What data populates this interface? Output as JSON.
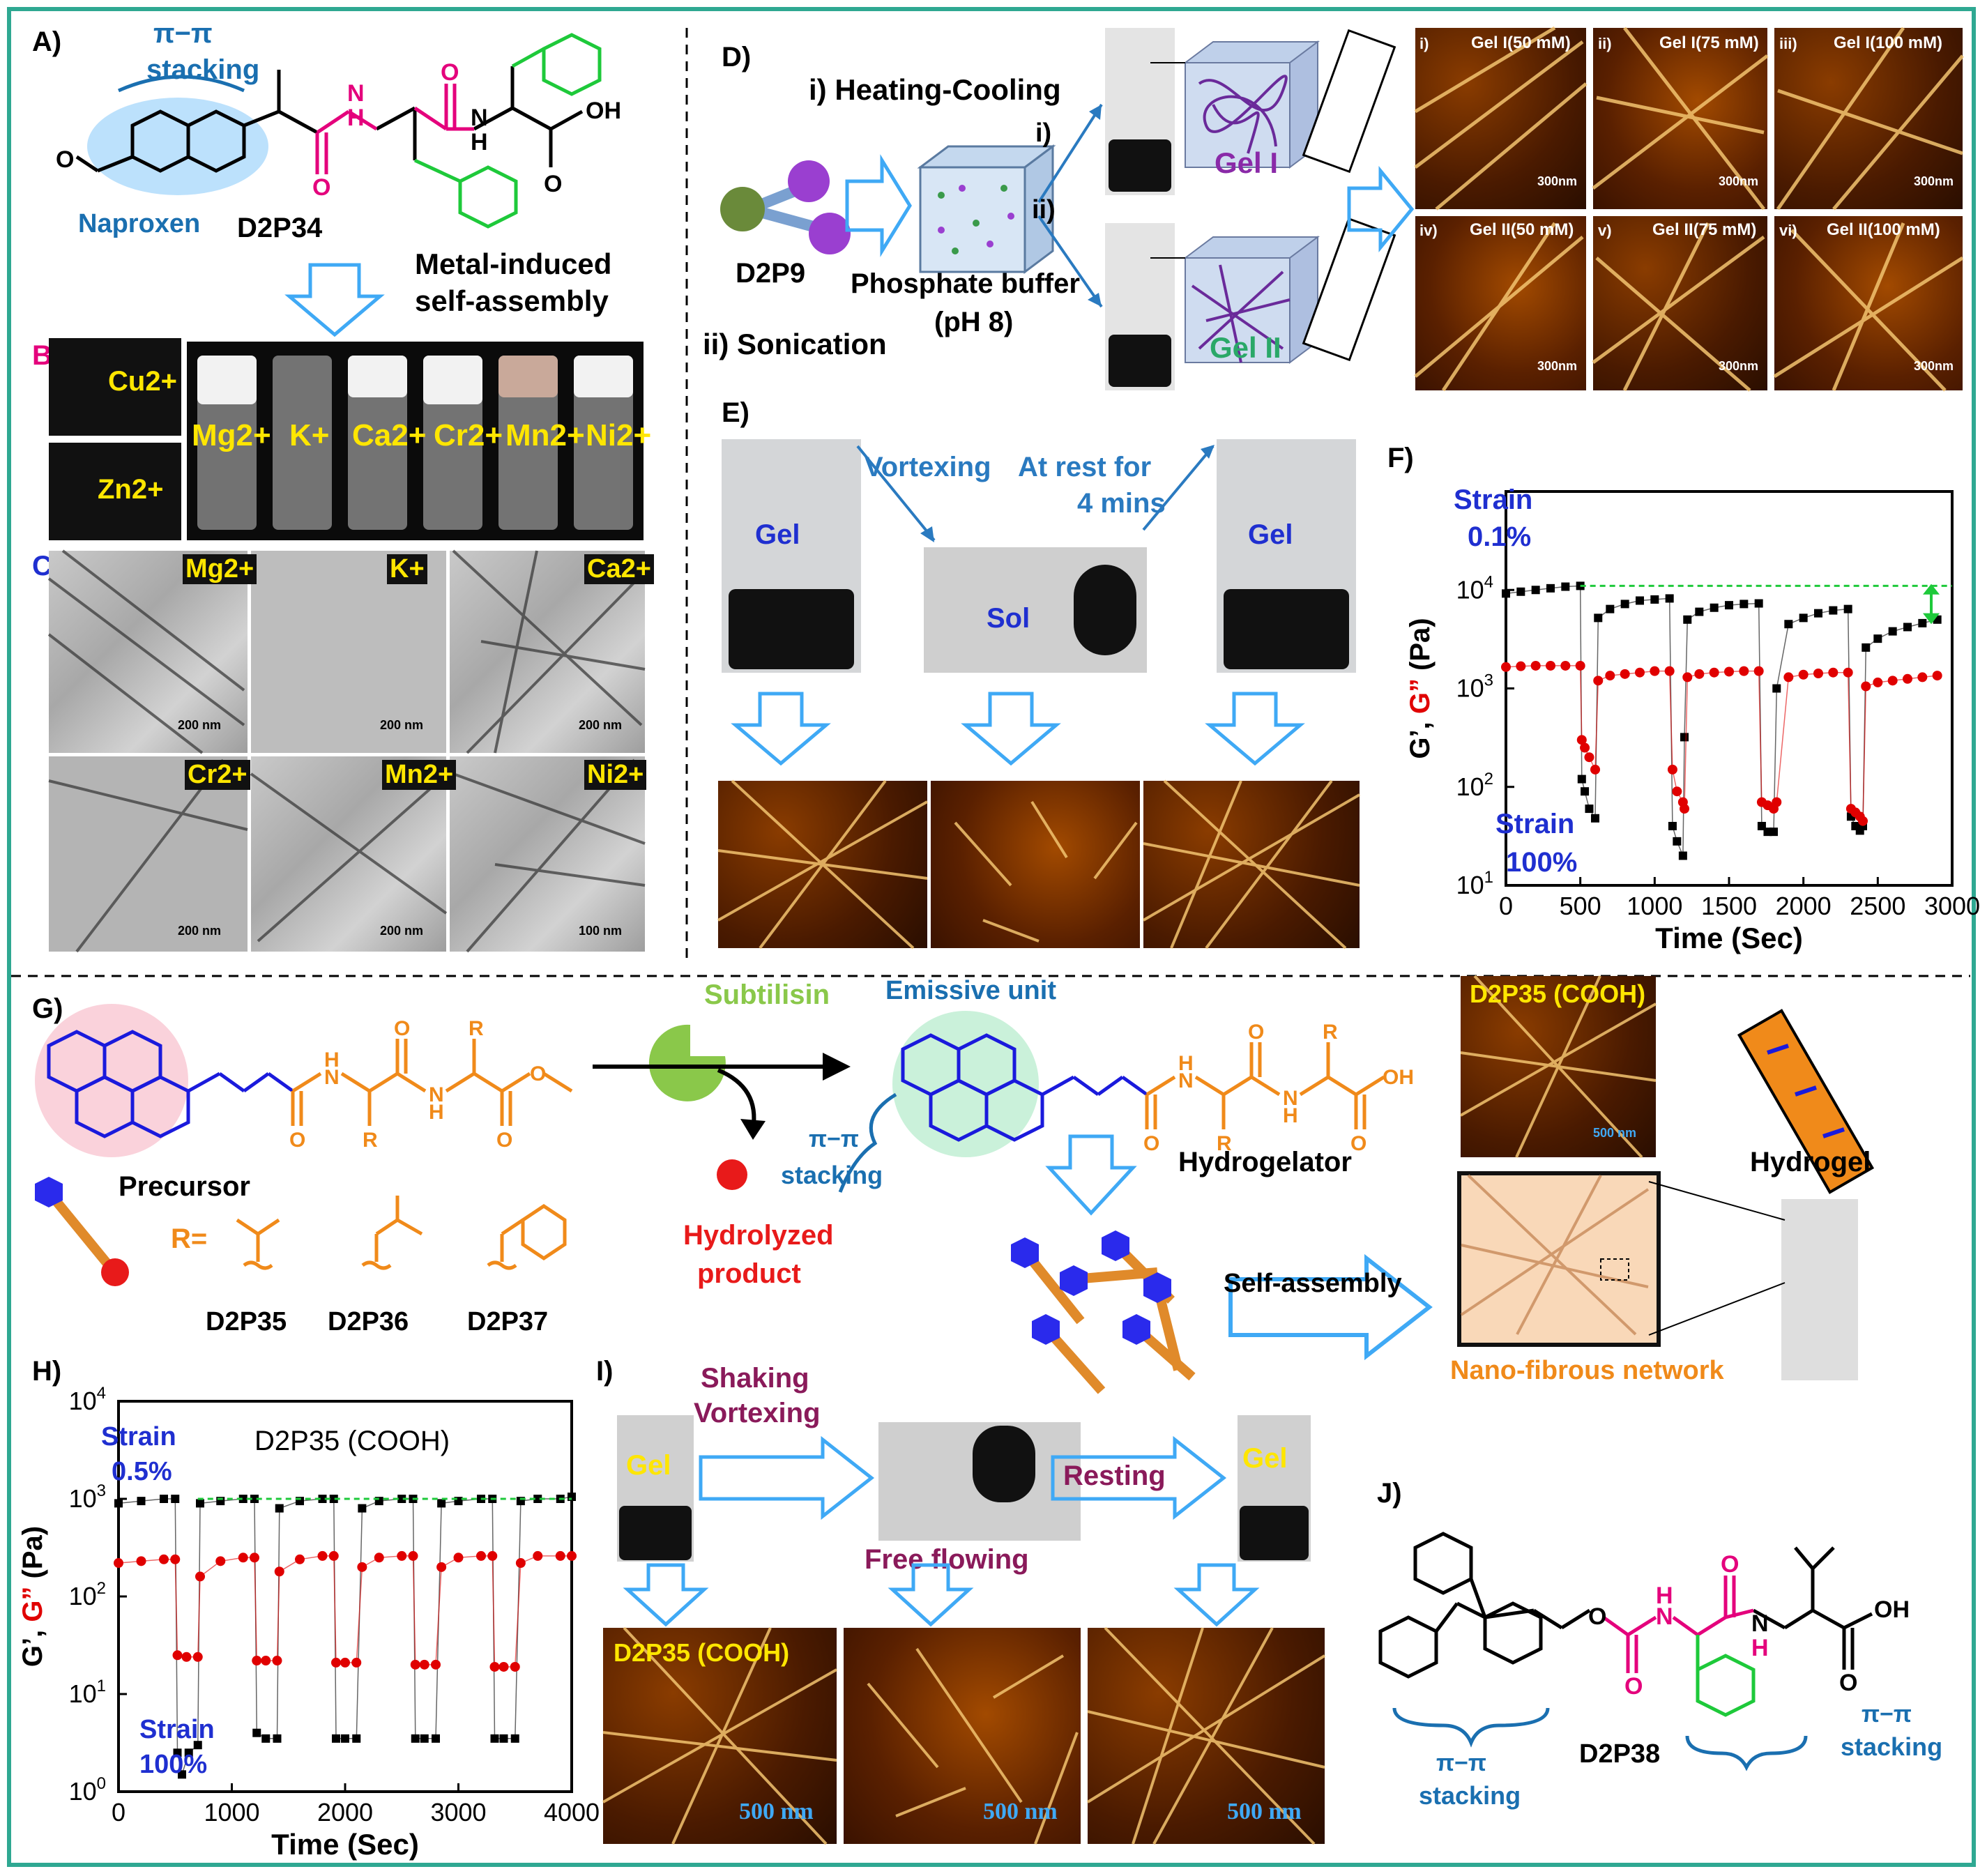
{
  "panels": {
    "A": "A)",
    "B": "B)",
    "C": "C)",
    "D": "D)",
    "E": "E)",
    "F": "F)",
    "G": "G)",
    "H": "H)",
    "I": "I)",
    "J": "J)"
  },
  "panelA": {
    "pi_pi": "π−π",
    "stacking": "stacking",
    "naproxen": "Naproxen",
    "compound": "D2P34",
    "metal1": "Metal-induced",
    "metal2": "self-assembly",
    "oh": "OH",
    "h1": "H",
    "h2": "H",
    "n1": "N",
    "n2": "N",
    "o1": "O",
    "o2": "O",
    "o3": "O",
    "o4": "O"
  },
  "panelB": {
    "ions": [
      "Cu2+",
      "Zn2+",
      "Mg2+",
      "K+",
      "Ca2+",
      "Cr2+",
      "Mn2+",
      "Ni2+"
    ]
  },
  "panelC": {
    "ions": [
      "Mg2+",
      "K+",
      "Ca2+",
      "Cr2+",
      "Mn2+",
      "Ni2+"
    ],
    "scales": [
      "200 nm",
      "200 nm",
      "200 nm",
      "200 nm",
      "200 nm",
      "100 nm"
    ]
  },
  "panelD": {
    "heating": "i) Heating-Cooling",
    "sonication": "ii) Sonication",
    "compound": "D2P9",
    "buffer1": "Phosphate buffer",
    "buffer2": "(pH 8)",
    "route1": "i)",
    "route2": "ii)",
    "gel1": "Gel I",
    "gel2": "Gel II",
    "afm": [
      "Gel I(50 mM)",
      "Gel I(75 mM)",
      "Gel I(100 mM)",
      "Gel II(50 mM)",
      "Gel II(75 mM)",
      "Gel II(100 mM)"
    ],
    "afm_idx": [
      "i)",
      "ii)",
      "iii)",
      "iv)",
      "v)",
      "vi)"
    ],
    "scale": "300nm"
  },
  "panelE": {
    "vortexing": "Vortexing",
    "rest1": "At rest for",
    "rest2": "4 mins",
    "gel": "Gel",
    "sol": "Sol"
  },
  "panelF": {
    "strain_low_1": "Strain",
    "strain_low_2": "0.1%",
    "strain_high_1": "Strain",
    "strain_high_2": "100%",
    "ylabel_a": "G’,",
    "ylabel_b": "G”",
    "ylabel_c": "(Pa)",
    "xlabel": "Time (Sec)"
  },
  "panelG": {
    "subtilisin": "Subtilisin",
    "emissive": "Emissive unit",
    "precursor": "Precursor",
    "r_eq": "R=",
    "hydrolyzed1": "Hydrolyzed",
    "hydrolyzed2": "product",
    "pi_pi": "π−π",
    "stacking": "stacking",
    "hydrogelator": "Hydrogelator",
    "self_assembly": "Self-assembly",
    "network": "Nano-fibrous network",
    "hydrogel": "Hydrogel",
    "d35": "D2P35",
    "d36": "D2P36",
    "d37": "D2P37",
    "inset": "D2P35 (COOH)",
    "inset_scale": "500 nm",
    "r": "R",
    "oh": "OH"
  },
  "panelH": {
    "strain_low_1": "Strain",
    "strain_low_2": "0.5%",
    "strain_high_1": "Strain",
    "strain_high_2": "100%",
    "title": "D2P35 (COOH)",
    "ylabel_a": "G’,",
    "ylabel_b": "G”",
    "ylabel_c": "(Pa)",
    "xlabel": "Time (Sec)"
  },
  "panelI": {
    "shaking": "Shaking",
    "vortexing": "Vortexing",
    "free": "Free flowing",
    "resting": "Resting",
    "gel": "Gel",
    "inset": "D2P35 (COOH)",
    "scale": "500 nm"
  },
  "panelJ": {
    "pi_pi_a": "π−π",
    "stacking_a": "stacking",
    "pi_pi_b": "π−π",
    "stacking_b": "stacking",
    "compound": "D2P38",
    "oh": "OH",
    "h1": "H",
    "h2": "H",
    "n1": "N",
    "n2": "N",
    "o": "O"
  },
  "chart_data": [
    {
      "type": "scatter",
      "panel": "F",
      "xlabel": "Time (Sec)",
      "ylabel": "G’, G” (Pa)",
      "xlim": [
        0,
        3000
      ],
      "ylim": [
        10,
        100000
      ],
      "yscale": "log",
      "xticks": [
        0,
        500,
        1000,
        1500,
        2000,
        2500,
        3000
      ],
      "yticks_exp": [
        1,
        2,
        3,
        4
      ],
      "series": [
        {
          "color": "#000000",
          "x": [
            0,
            100,
            200,
            300,
            400,
            500,
            510,
            530,
            560,
            600,
            620,
            700,
            800,
            900,
            1000,
            1100,
            1120,
            1150,
            1190,
            1200,
            1220,
            1300,
            1400,
            1500,
            1600,
            1700,
            1720,
            1760,
            1800,
            1820,
            1900,
            2000,
            2100,
            2200,
            2300,
            2320,
            2350,
            2380,
            2400,
            2420,
            2500,
            2600,
            2700,
            2800,
            2900
          ],
          "y": [
            9200,
            9600,
            10000,
            10400,
            10800,
            11000,
            120,
            90,
            60,
            48,
            5200,
            6400,
            7200,
            7800,
            8000,
            8200,
            40,
            28,
            20,
            320,
            5000,
            6000,
            6600,
            7000,
            7200,
            7300,
            40,
            35,
            35,
            1000,
            4500,
            5200,
            5800,
            6200,
            6400,
            50,
            40,
            36,
            40,
            2600,
            3200,
            3800,
            4200,
            4600,
            5000
          ]
        },
        {
          "color": "#e00000",
          "x": [
            0,
            100,
            200,
            300,
            400,
            500,
            510,
            530,
            560,
            600,
            620,
            700,
            800,
            900,
            1000,
            1100,
            1120,
            1150,
            1190,
            1200,
            1220,
            1300,
            1400,
            1500,
            1600,
            1700,
            1720,
            1760,
            1800,
            1820,
            1900,
            2000,
            2100,
            2200,
            2300,
            2320,
            2350,
            2380,
            2400,
            2420,
            2500,
            2600,
            2700,
            2800,
            2900
          ],
          "y": [
            1650,
            1680,
            1700,
            1700,
            1700,
            1700,
            300,
            250,
            200,
            150,
            1200,
            1350,
            1400,
            1450,
            1500,
            1500,
            150,
            90,
            70,
            60,
            1300,
            1400,
            1450,
            1480,
            1500,
            1500,
            70,
            65,
            60,
            70,
            1300,
            1380,
            1420,
            1450,
            1450,
            60,
            55,
            50,
            45,
            1050,
            1150,
            1200,
            1250,
            1300,
            1350
          ]
        }
      ],
      "annotations": [
        "Strain 0.1%",
        "Strain 100%"
      ]
    },
    {
      "type": "scatter",
      "panel": "H",
      "title": "D2P35 (COOH)",
      "xlabel": "Time (Sec)",
      "ylabel": "G’, G” (Pa)",
      "xlim": [
        0,
        4000
      ],
      "ylim": [
        1,
        10000
      ],
      "yscale": "log",
      "xticks": [
        0,
        1000,
        2000,
        3000,
        4000
      ],
      "yticks_exp": [
        0,
        1,
        2,
        3,
        4
      ],
      "series": [
        {
          "color": "#000000",
          "x": [
            0,
            200,
            400,
            500,
            520,
            560,
            620,
            700,
            720,
            900,
            1100,
            1200,
            1220,
            1300,
            1400,
            1420,
            1600,
            1800,
            1900,
            1920,
            2000,
            2100,
            2150,
            2300,
            2500,
            2600,
            2620,
            2700,
            2800,
            2850,
            3000,
            3200,
            3300,
            3320,
            3400,
            3500,
            3550,
            3700,
            3900,
            4000
          ],
          "y": [
            900,
            950,
            1000,
            1000,
            2.5,
            1.5,
            2.5,
            3,
            900,
            950,
            1000,
            1000,
            4,
            3.5,
            3.5,
            800,
            950,
            1000,
            1000,
            3.5,
            3.5,
            3.5,
            800,
            950,
            1000,
            1000,
            3.5,
            3.5,
            3.5,
            900,
            950,
            1000,
            1000,
            3.5,
            3.5,
            3.5,
            950,
            1000,
            1000,
            1050
          ]
        },
        {
          "color": "#e00000",
          "x": [
            0,
            200,
            400,
            500,
            520,
            600,
            700,
            720,
            900,
            1100,
            1200,
            1220,
            1300,
            1400,
            1420,
            1600,
            1800,
            1900,
            1920,
            2000,
            2100,
            2150,
            2300,
            2500,
            2600,
            2620,
            2700,
            2800,
            2850,
            3000,
            3200,
            3300,
            3320,
            3400,
            3500,
            3550,
            3700,
            3900,
            4000
          ],
          "y": [
            220,
            230,
            240,
            240,
            25,
            24,
            24,
            160,
            230,
            250,
            250,
            22,
            22,
            22,
            180,
            240,
            260,
            260,
            21,
            21,
            21,
            200,
            250,
            260,
            260,
            20,
            20,
            20,
            200,
            250,
            260,
            260,
            19,
            19,
            19,
            220,
            260,
            260,
            260
          ]
        }
      ],
      "annotations": [
        "Strain 0.5%",
        "Strain 100%"
      ]
    }
  ]
}
